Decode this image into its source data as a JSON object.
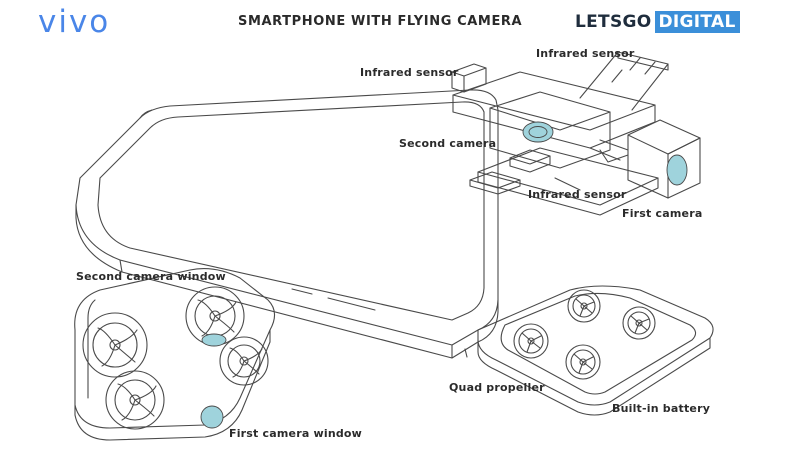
{
  "header": {
    "brand": "vivo",
    "title": "SMARTPHONE WITH FLYING CAMERA",
    "watermark_part1": "LETSGO",
    "watermark_part2": "DIGITAL"
  },
  "labels": {
    "infrared_sensor_left": "Infrared sensor",
    "infrared_sensor_top": "Infrared sensor",
    "second_camera": "Second camera",
    "infrared_sensor_bottom": "Infrared sensor",
    "first_camera": "First camera",
    "second_camera_window": "Second camera window",
    "first_camera_window": "First camera window",
    "quad_propeller": "Quad propeller",
    "built_in_battery": "Built-in battery"
  },
  "colors": {
    "line": "#4a4a4a",
    "lens_blue": "#9fd3dc",
    "brand_blue": "#4a86e8",
    "watermark_blue": "#3b8fd9"
  }
}
